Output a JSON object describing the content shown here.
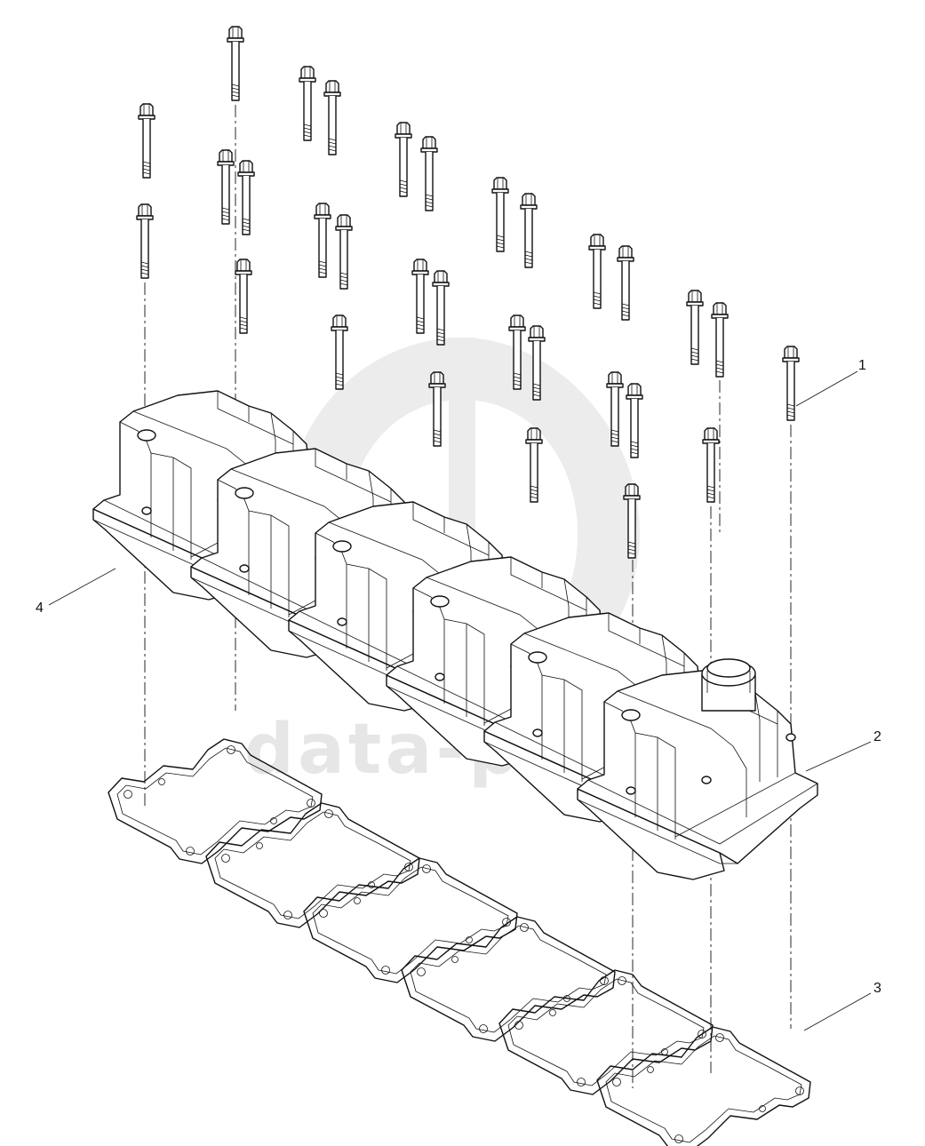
{
  "watermark": {
    "text": "data-parts",
    "color": "#e3e3e3"
  },
  "callouts": [
    {
      "id": "1",
      "label": "1",
      "part": "bolt"
    },
    {
      "id": "2",
      "label": "2",
      "part": "valve-cover-with-filler-cap"
    },
    {
      "id": "3",
      "label": "3",
      "part": "gasket"
    },
    {
      "id": "4",
      "label": "4",
      "part": "valve-cover"
    }
  ],
  "colors": {
    "line": "#111111",
    "background": "#ffffff"
  }
}
